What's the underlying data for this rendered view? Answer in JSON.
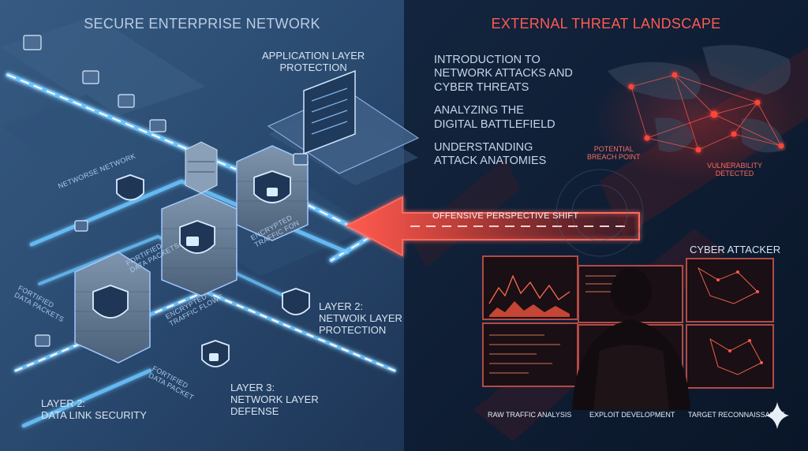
{
  "left_panel": {
    "title": "SECURE ENTERPRISE NETWORK",
    "app_layer_label": "APPLICATION LAYER\nPROTECTION",
    "network_label": "NETWORSE NETWORK",
    "layer2_network": "LAYER 2:\nNETWOIK LAYER\nPROTECTION",
    "layer2_datalink": "LAYER 2:\nDATA LINK SECURITY",
    "layer3": "LAYER 3:\nNETWORK LAYER\nDEFENSE",
    "path_labels": [
      "FORTIFIED\nDATA PACKETS",
      "ENCRYPTED\nTRAFFIC FLOWS",
      "ENCRYPTED\nTRAFFIC FON",
      "FORTIFIED\nDATA PACKETS",
      "FORTIFIED\nDATA PACKET"
    ]
  },
  "center": {
    "arrow_label": "OFFENSIVE PERSPECTIVE SHIFT"
  },
  "right_panel": {
    "title": "EXTERNAL THREAT LANDSCAPE",
    "topics": [
      "INTRODUCTION TO\nNETWORK ATTACKS AND\nCYBER THREATS",
      "ANALYZING THE\nDIGITAL BATTLEFIELD",
      "UNDERSTANDING\nATTACK ANATOMIES"
    ],
    "map_labels": {
      "breach": "POTENTIAL\nBREACH POINT",
      "vulnerability": "VULNERABILITY\nDETECTED"
    },
    "attacker_label": "CYBER ATTACKER",
    "monitor_captions": [
      "RAW TRAFFIC ANALYSIS",
      "EXPLOIT DEVELOPMENT",
      "TARGET RECONNAISSANCE"
    ]
  },
  "colors": {
    "left_bg": "#28466a",
    "right_bg": "#0e1d33",
    "accent_blue": "#5ab8ff",
    "accent_red": "#ff4d45"
  },
  "icons": [
    "shield-lock-icon",
    "firewall-icon",
    "envelope-icon",
    "server-icon",
    "sparkle-icon"
  ]
}
